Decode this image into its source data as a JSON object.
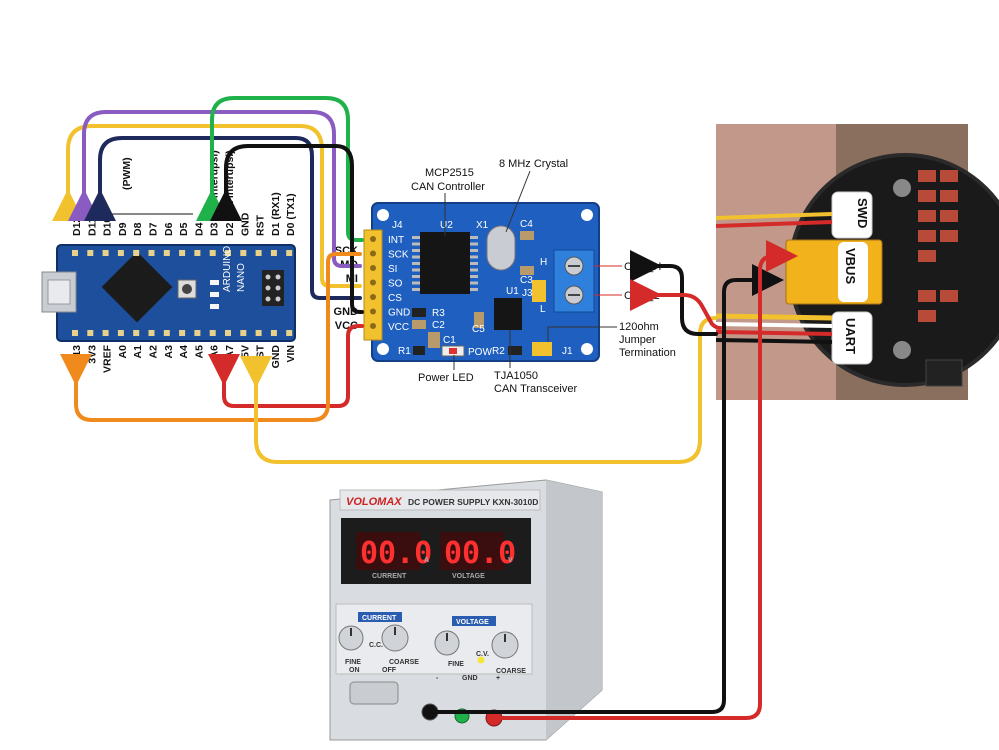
{
  "arduino": {
    "top_pins": [
      "D12",
      "D11",
      "D10",
      "D9",
      "D8",
      "D7",
      "D6",
      "D5",
      "D4",
      "D3 (ext interupsi)",
      "D2 (ext interupsi)",
      "GND",
      "RST",
      "D1 (RX1)",
      "D0 (TX1)"
    ],
    "pwm_label": "(PWM)",
    "bottom_pins": [
      "D13",
      "3V3",
      "VREF",
      "A0",
      "A1",
      "A2",
      "A3",
      "A4",
      "A5",
      "A6",
      "A7",
      "5V",
      "RST",
      "GND",
      "VIN"
    ]
  },
  "mcp_module": {
    "header_label": "J4",
    "pins": [
      "INT",
      "SCK",
      "SI",
      "SO",
      "CS",
      "GND",
      "VCC"
    ],
    "left_pin_labels": [
      "SCK",
      "MO",
      "MI",
      "",
      "GND",
      "VCC"
    ],
    "chip_labels": {
      "u2": "U2",
      "x1": "X1",
      "c4": "C4",
      "c3": "C3",
      "u1": "U1",
      "j3": "J3",
      "c5": "C5",
      "r3": "R3",
      "c2": "C2",
      "c1": "C1",
      "r1": "R1",
      "pow": "POW",
      "r2": "R2",
      "j1": "J1"
    },
    "terminal_labels": [
      "H",
      "L"
    ]
  },
  "annotations": {
    "crystal": "8 MHz Crystal",
    "controller_line1": "MCP2515",
    "controller_line2": "CAN Controller",
    "jumper_line1": "120ohm",
    "jumper_line2": "Jumper",
    "jumper_line3": "Termination",
    "power_led": "Power LED",
    "transceiver_line1": "TJA1050",
    "transceiver_line2": "CAN Transceiver",
    "can_h": "CAN_H",
    "can_l": "CAN_L"
  },
  "motor": {
    "swd": "SWD",
    "vbus": "VBUS",
    "uart": "UART"
  },
  "psu": {
    "brand": "VOLOMAX",
    "model": "DC POWER SUPPLY KXN-3010D",
    "current_display": "00.0",
    "voltage_display": "00.0",
    "current_unit": "A",
    "voltage_unit": "V",
    "current_caption": "CURRENT",
    "voltage_caption": "VOLTAGE",
    "current_knob_group": "CURRENT",
    "voltage_knob_group": "VOLTAGE",
    "fine": "FINE",
    "coarse": "COARSE",
    "cc": "C.C.",
    "cv": "C.V.",
    "on": "ON",
    "off": "OFF",
    "minus": "-",
    "gnd": "GND",
    "plus": "+"
  },
  "colors": {
    "wire_yellow": "#f2c12e",
    "wire_purple": "#8a5cc2",
    "wire_navy": "#1f2a5c",
    "wire_green": "#1fb24a",
    "wire_black": "#111111",
    "wire_orange": "#f08a1c",
    "wire_red": "#d42a2a",
    "board_blue": "#1d4f9c",
    "module_blue": "#1f5fbf"
  }
}
